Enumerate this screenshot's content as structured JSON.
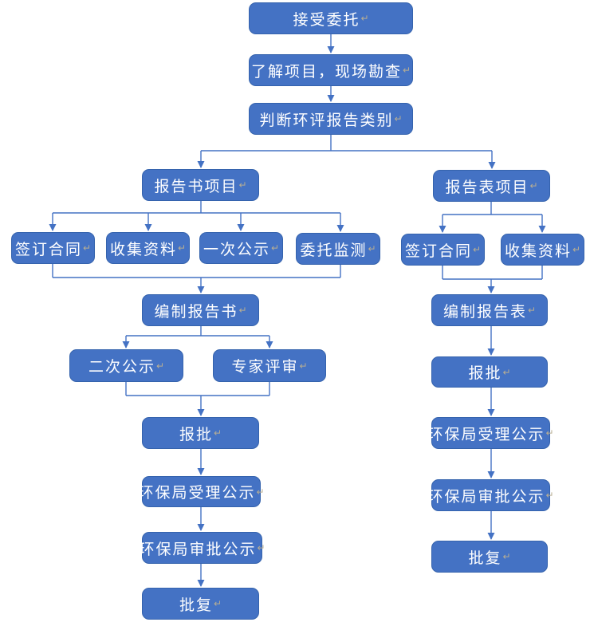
{
  "meta": {
    "paragraph_mark": "↵",
    "colors": {
      "node_fill": "#4472C4",
      "node_border": "#3563AD",
      "connector": "#4472C4",
      "text": "#ffffff",
      "background": "#ffffff"
    }
  },
  "flow": {
    "nodes": {
      "accept": {
        "label": "接受委托"
      },
      "survey": {
        "label": "了解项目，现场勘查"
      },
      "judge": {
        "label": "判断环评报告类别"
      },
      "book_project": {
        "label": "报告书项目"
      },
      "form_project": {
        "label": "报告表项目"
      },
      "sign_l": {
        "label": "签订合同"
      },
      "collect_l": {
        "label": "收集资料"
      },
      "first_publicity": {
        "label": "一次公示"
      },
      "entrust_monitor": {
        "label": "委托监测"
      },
      "sign_r": {
        "label": "签订合同"
      },
      "collect_r": {
        "label": "收集资料"
      },
      "compile_book": {
        "label": "编制报告书"
      },
      "compile_form": {
        "label": "编制报告表"
      },
      "second_publicity": {
        "label": "二次公示"
      },
      "expert_review": {
        "label": "专家评审"
      },
      "approve_l": {
        "label": "报批"
      },
      "approve_r": {
        "label": "报批"
      },
      "epb_accept_l": {
        "label": "环保局受理公示"
      },
      "epb_accept_r": {
        "label": "环保局受理公示"
      },
      "epb_approve_l": {
        "label": "环保局审批公示"
      },
      "epb_approve_r": {
        "label": "环保局审批公示"
      },
      "reply_l": {
        "label": "批复"
      },
      "reply_r": {
        "label": "批复"
      }
    },
    "edges": [
      {
        "from": "accept",
        "to": "survey"
      },
      {
        "from": "survey",
        "to": "judge"
      },
      {
        "from": "judge",
        "to": "book_project"
      },
      {
        "from": "judge",
        "to": "form_project"
      },
      {
        "from": "book_project",
        "to": "sign_l"
      },
      {
        "from": "book_project",
        "to": "collect_l"
      },
      {
        "from": "book_project",
        "to": "first_publicity"
      },
      {
        "from": "book_project",
        "to": "entrust_monitor"
      },
      {
        "from": "sign_l",
        "to": "compile_book"
      },
      {
        "from": "collect_l",
        "to": "compile_book"
      },
      {
        "from": "first_publicity",
        "to": "compile_book"
      },
      {
        "from": "entrust_monitor",
        "to": "compile_book"
      },
      {
        "from": "compile_book",
        "to": "second_publicity"
      },
      {
        "from": "compile_book",
        "to": "expert_review"
      },
      {
        "from": "second_publicity",
        "to": "approve_l"
      },
      {
        "from": "expert_review",
        "to": "approve_l"
      },
      {
        "from": "approve_l",
        "to": "epb_accept_l"
      },
      {
        "from": "epb_accept_l",
        "to": "epb_approve_l"
      },
      {
        "from": "epb_approve_l",
        "to": "reply_l"
      },
      {
        "from": "form_project",
        "to": "sign_r"
      },
      {
        "from": "form_project",
        "to": "collect_r"
      },
      {
        "from": "sign_r",
        "to": "compile_form"
      },
      {
        "from": "collect_r",
        "to": "compile_form"
      },
      {
        "from": "compile_form",
        "to": "approve_r"
      },
      {
        "from": "approve_r",
        "to": "epb_accept_r"
      },
      {
        "from": "epb_accept_r",
        "to": "epb_approve_r"
      },
      {
        "from": "epb_approve_r",
        "to": "reply_r"
      }
    ]
  }
}
